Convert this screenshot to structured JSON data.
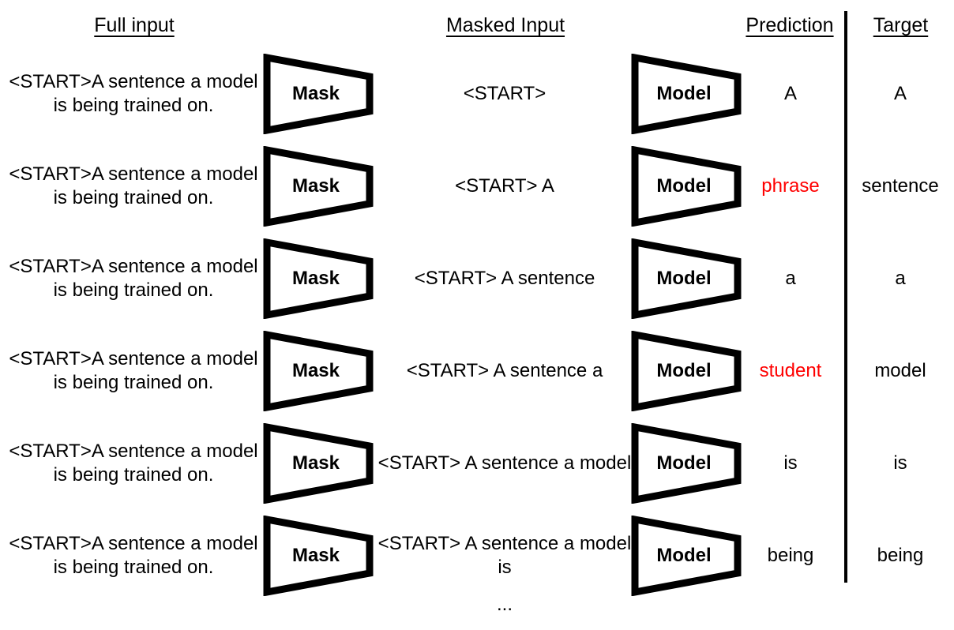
{
  "headers": {
    "full_input": "Full input",
    "masked_input": "Masked Input",
    "prediction": "Prediction",
    "target": "Target"
  },
  "blocks": {
    "mask_label": "Mask",
    "model_label": "Model"
  },
  "colors": {
    "text": "#000000",
    "incorrect_prediction": "#ff0000",
    "background": "#ffffff",
    "stroke": "#000000"
  },
  "ellipsis": "...",
  "rows": [
    {
      "full_input": "<START>A sentence a model is being trained on.",
      "masked_input": "<START>",
      "prediction": "A",
      "target": "A",
      "prediction_correct": true
    },
    {
      "full_input": "<START>A sentence a model is being trained on.",
      "masked_input": "<START> A",
      "prediction": "phrase",
      "target": "sentence",
      "prediction_correct": false
    },
    {
      "full_input": "<START>A sentence a model is being trained on.",
      "masked_input": "<START> A sentence",
      "prediction": "a",
      "target": "a",
      "prediction_correct": true
    },
    {
      "full_input": "<START>A sentence a model is being trained on.",
      "masked_input": "<START> A sentence a",
      "prediction": "student",
      "target": "model",
      "prediction_correct": false
    },
    {
      "full_input": "<START>A sentence a model is being trained on.",
      "masked_input": "<START> A sentence a model",
      "prediction": "is",
      "target": "is",
      "prediction_correct": true
    },
    {
      "full_input": "<START>A sentence a model is being trained on.",
      "masked_input": "<START> A sentence a model is",
      "prediction": "being",
      "target": "being",
      "prediction_correct": true
    }
  ]
}
